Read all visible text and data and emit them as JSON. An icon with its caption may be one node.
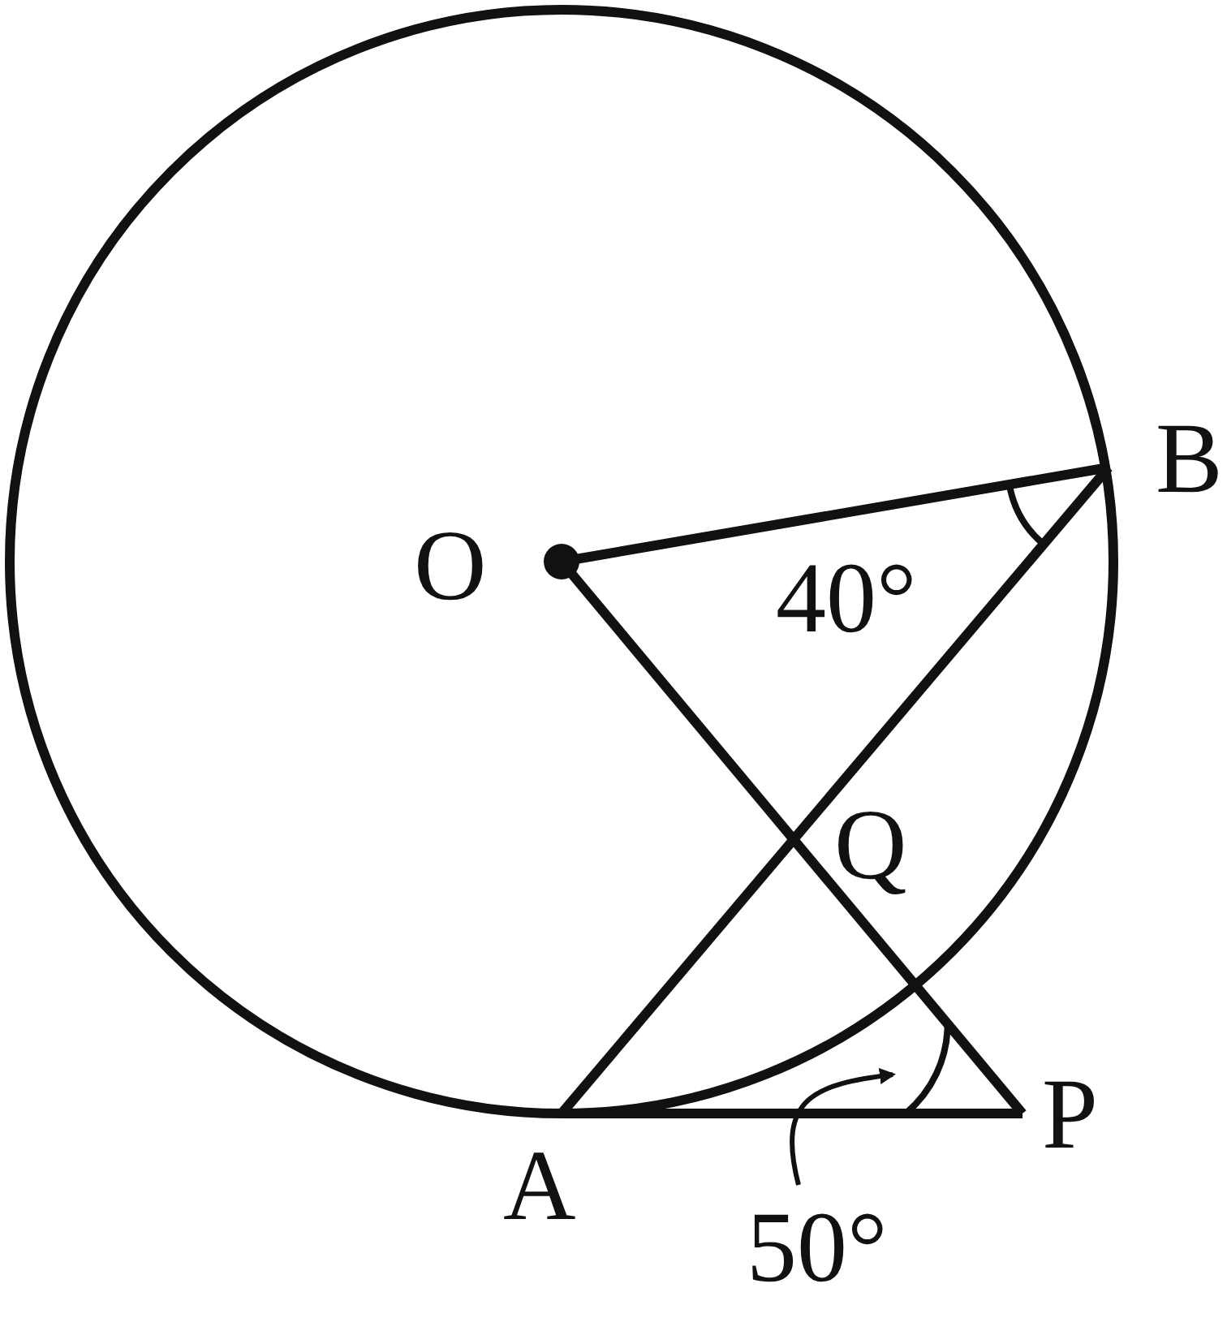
{
  "diagram": {
    "nodes": [
      {
        "text": [
          "O"
        ]
      },
      {
        "text": [
          "B"
        ]
      },
      {
        "text": [
          "Q"
        ]
      },
      {
        "text": [
          "A"
        ]
      },
      {
        "text": [
          "P"
        ]
      },
      {
        "text": [
          "50°"
        ]
      },
      {
        "text": [],
        "shape": "arc"
      }
    ],
    "edges": [
      {
        "from": 0,
        "to": 1,
        "arrow": "none"
      },
      {
        "from": 0,
        "to": 2,
        "arrow": "none"
      },
      {
        "from": 2,
        "to": 4,
        "arrow": "none"
      },
      {
        "from": 3,
        "to": 2,
        "arrow": "none"
      },
      {
        "from": 2,
        "to": 1,
        "arrow": "none"
      },
      {
        "from": 3,
        "to": 4,
        "arrow": "none"
      },
      {
        "from": 5,
        "to": 6,
        "arrow": "to"
      }
    ],
    "labels": [
      "40°"
    ]
  }
}
